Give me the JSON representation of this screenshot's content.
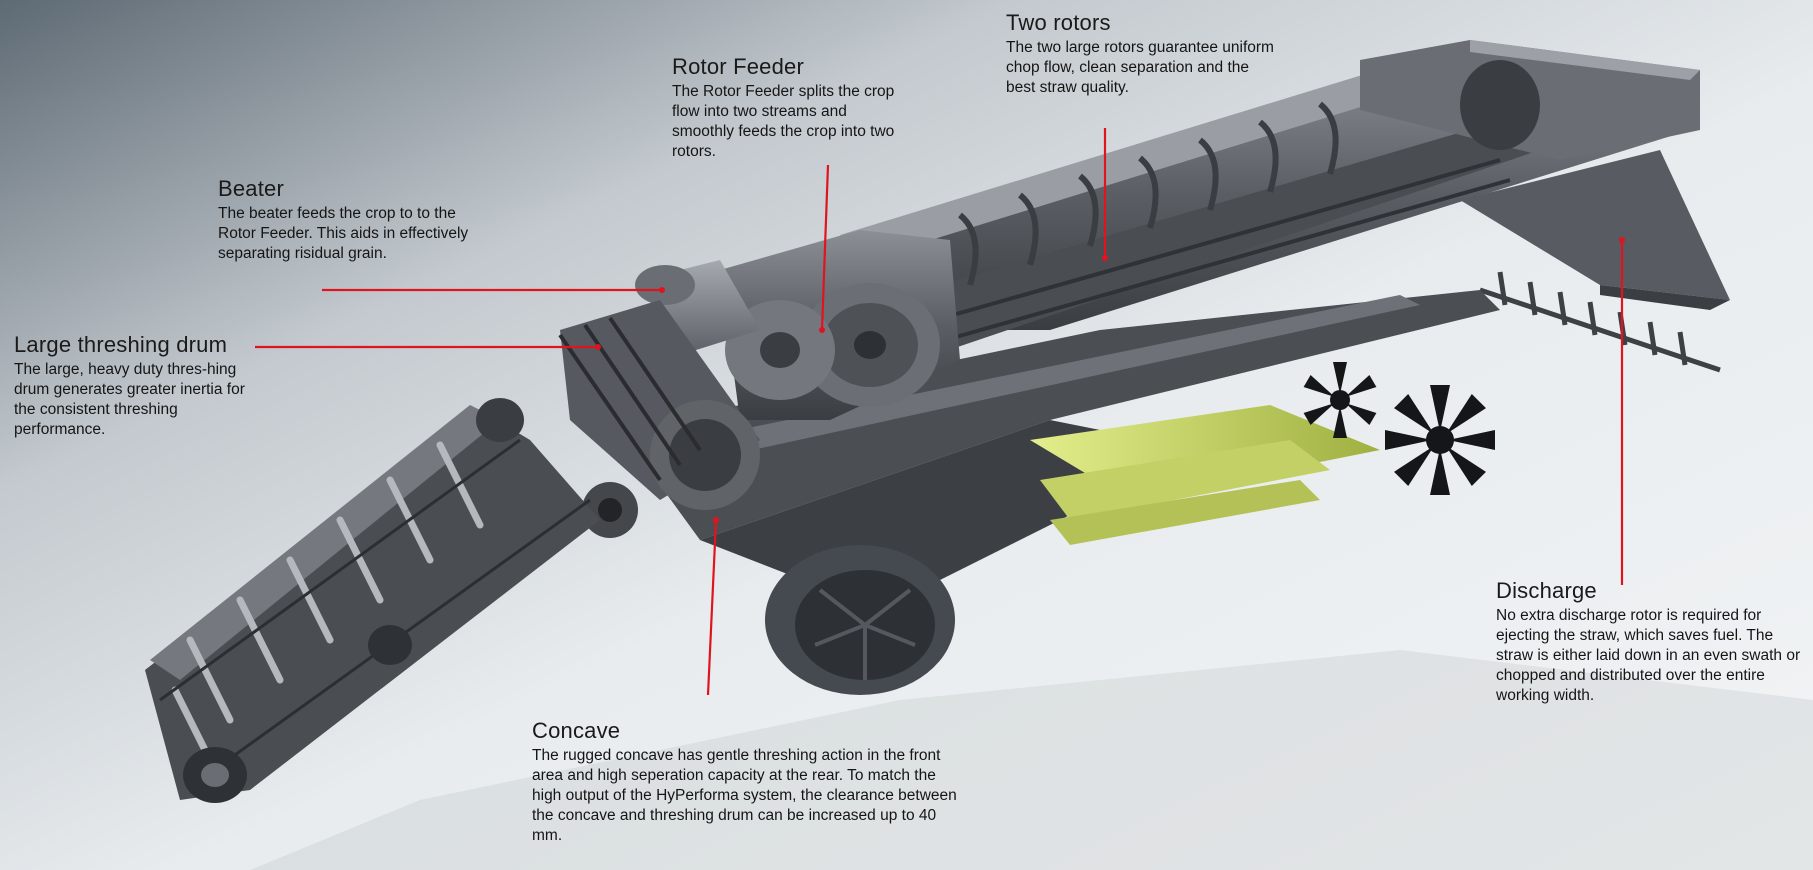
{
  "colors": {
    "accent": "#e0141e",
    "machine": "#5d6166",
    "screen": "#c9d860",
    "bg_dark": "#6f7982",
    "bg_light": "#eef1f3"
  },
  "labels": {
    "two_rotors": {
      "title": "Two rotors",
      "desc": "The two large rotors guarantee uniform chop flow, clean separation and the best straw quality."
    },
    "rotor_feeder": {
      "title": "Rotor Feeder",
      "desc": "The Rotor Feeder splits the crop flow into two streams and smoothly feeds the crop into two rotors."
    },
    "beater": {
      "title": "Beater",
      "desc": "The beater feeds the crop to to the Rotor Feeder. This aids in effectively separating risidual grain."
    },
    "large_threshing_drum": {
      "title": "Large threshing drum",
      "desc": "The large, heavy duty thres-hing drum generates greater inertia for the consistent threshing performance."
    },
    "discharge": {
      "title": "Discharge",
      "desc": "No extra discharge rotor is required for ejecting the straw, which saves fuel. The straw is either laid down in an even swath or chopped and distributed over the entire working width."
    },
    "concave": {
      "title": "Concave",
      "desc": "The rugged concave has gentle threshing action in the front area and high seperation capacity at the rear. To match the high output of the HyPerforma system, the clearance between the concave and threshing drum can be increased up to 40 mm."
    }
  }
}
